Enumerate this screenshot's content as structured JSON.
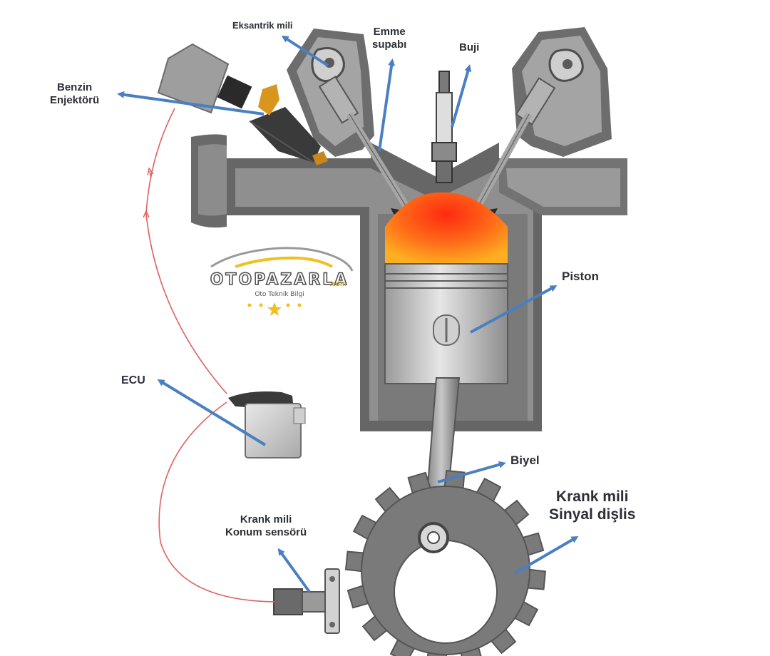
{
  "labels": {
    "camshaft": "Eksantrik mili",
    "intake_valve": [
      "Emme",
      "supabı"
    ],
    "spark_plug": "Buji",
    "injector": [
      "Benzin",
      "Enjektörü"
    ],
    "piston": "Piston",
    "ecu": "ECU",
    "con_rod": "Biyel",
    "crank_gear": [
      "Krank mili",
      "Sinyal dişlis"
    ],
    "crank_sensor": [
      "Krank mili",
      "Konum sensörü"
    ]
  },
  "watermark": {
    "name": "OTOPAZARLA",
    "tld": ".com",
    "tagline": "Oto Teknik Bilgi"
  },
  "colors": {
    "arrow": "#4a7fc1",
    "wire": "#e06060",
    "engine_dark": "#616161",
    "engine_light": "#9b9b9b",
    "combustion_hot": "#ff3a1a",
    "combustion_warm": "#ffa020",
    "watermark_gold": "#f0c020"
  }
}
